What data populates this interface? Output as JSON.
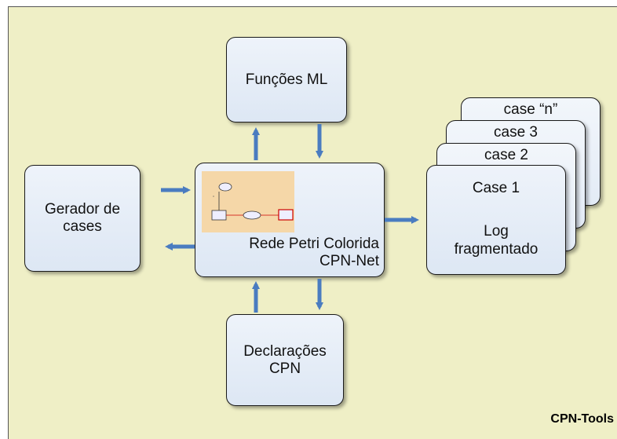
{
  "boxes": {
    "funcoes": "Funções ML",
    "gerador": [
      "Gerador de",
      "cases"
    ],
    "rede": [
      "Rede Petri Colorida",
      "CPN-Net"
    ],
    "declaracoes": [
      "Declarações",
      "CPN"
    ],
    "cases": {
      "n": "case “n”",
      "c3": "case 3",
      "c2": "case 2",
      "c1": [
        "Case 1",
        "Log",
        "fragmentado"
      ]
    }
  },
  "footer": "CPN-Tools",
  "colors": {
    "background": "#efefc6",
    "arrow": "#4a7cc0",
    "box": "#dde7f4"
  }
}
